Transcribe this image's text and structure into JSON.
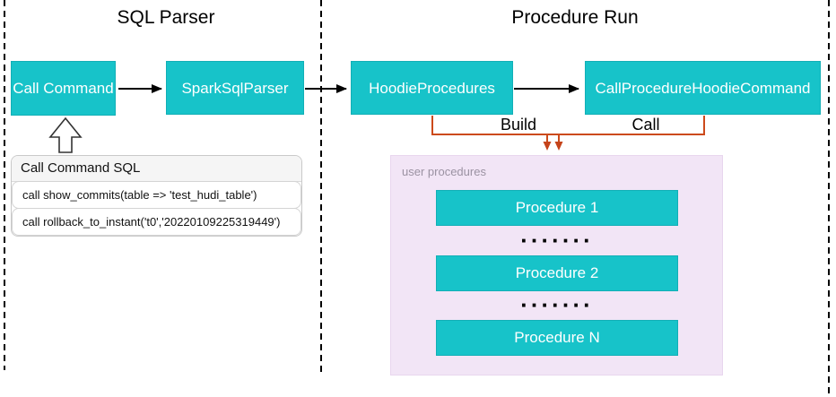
{
  "sections": {
    "sql_parser_title": "SQL Parser",
    "procedure_run_title": "Procedure Run"
  },
  "nodes": {
    "call_command": "Call Command",
    "spark_sql_parser": "SparkSqlParser",
    "hoodie_procedures": "HoodieProcedures",
    "call_procedure_hoodie_command": "CallProcedureHoodieCommand"
  },
  "edges": {
    "build_label": "Build",
    "call_label": "Call"
  },
  "sql_card": {
    "title": "Call Command SQL",
    "rows": [
      "call show_commits(table => 'test_hudi_table')",
      "call rollback_to_instant('t0','20220109225319449')"
    ]
  },
  "user_procedures": {
    "label": "user procedures",
    "items": [
      "Procedure 1",
      "Procedure 2",
      "Procedure N"
    ],
    "ellipsis": "·······"
  },
  "colors": {
    "teal": "#17C3C9",
    "orange_arrow": "#CC4A1B",
    "panel_pink": "#F2E5F6",
    "header_gray": "#F5F5F5"
  }
}
